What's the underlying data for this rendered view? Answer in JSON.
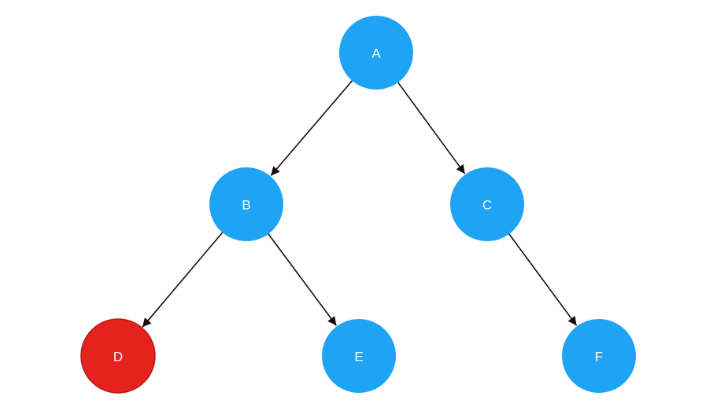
{
  "colors": {
    "default_node": "#1fa3f5",
    "highlight_node": "#e4231f",
    "edge": "#1a0a0a",
    "label": "#ffffff"
  },
  "nodes": [
    {
      "id": "A",
      "label": "A",
      "highlighted": false
    },
    {
      "id": "B",
      "label": "B",
      "highlighted": false
    },
    {
      "id": "C",
      "label": "C",
      "highlighted": false
    },
    {
      "id": "D",
      "label": "D",
      "highlighted": true
    },
    {
      "id": "E",
      "label": "E",
      "highlighted": false
    },
    {
      "id": "F",
      "label": "F",
      "highlighted": false
    }
  ],
  "edges": [
    {
      "from": "A",
      "to": "B"
    },
    {
      "from": "A",
      "to": "C"
    },
    {
      "from": "B",
      "to": "D"
    },
    {
      "from": "B",
      "to": "E"
    },
    {
      "from": "C",
      "to": "F"
    }
  ]
}
